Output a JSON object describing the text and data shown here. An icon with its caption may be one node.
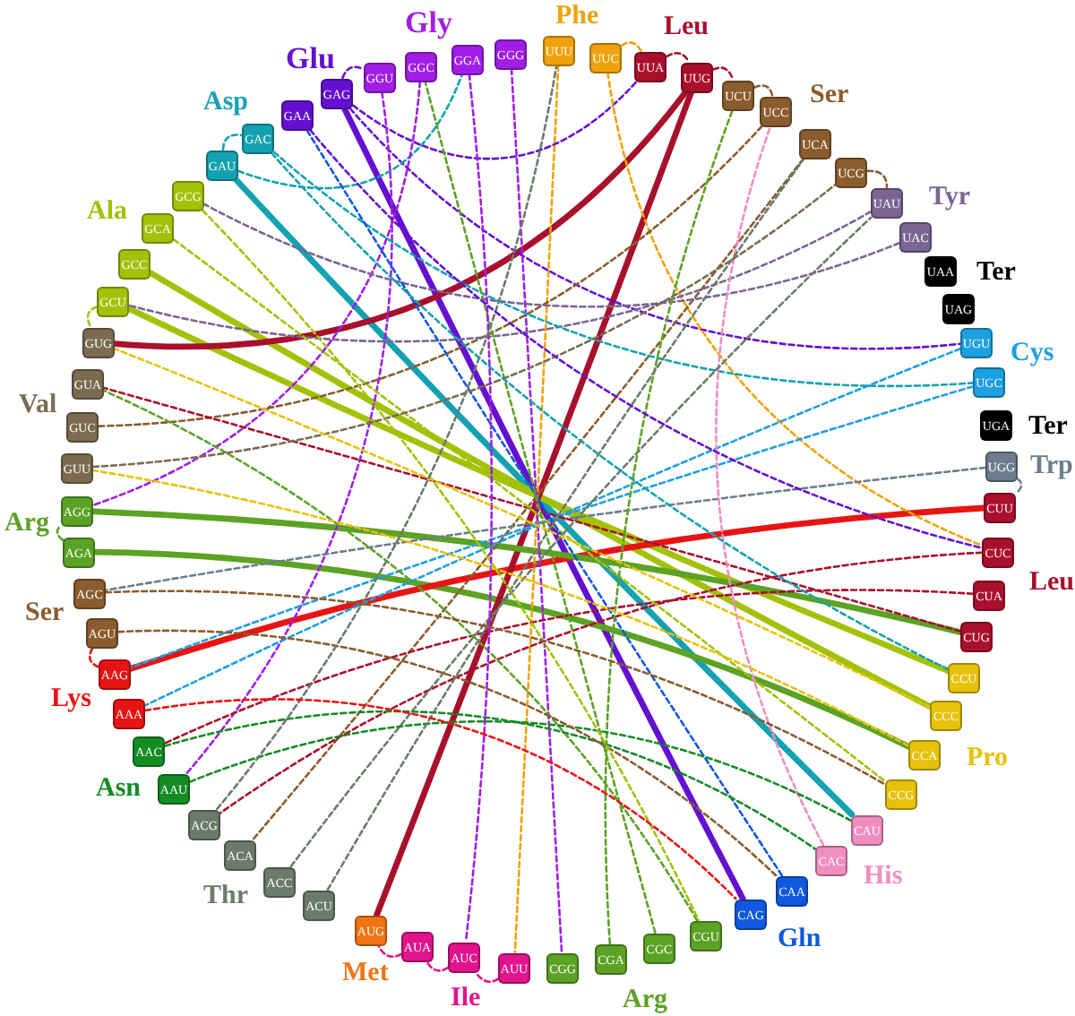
{
  "diagram": {
    "nodes": [
      {
        "text": [
          "GAG"
        ]
      },
      {
        "text": [
          "GGU"
        ]
      },
      {
        "text": [
          "GGC"
        ]
      },
      {
        "text": [
          "GGA"
        ]
      },
      {
        "text": [
          "GGG"
        ]
      },
      {
        "text": [
          "UUU"
        ]
      },
      {
        "text": [
          "UUC"
        ]
      },
      {
        "text": [
          "UUA"
        ]
      },
      {
        "text": [
          "UUG"
        ]
      },
      {
        "text": [
          "UCU"
        ]
      },
      {
        "text": [
          "UCC"
        ]
      },
      {
        "text": [
          "UCA"
        ]
      },
      {
        "text": [
          "UCG"
        ]
      },
      {
        "text": [
          "UAU"
        ]
      },
      {
        "text": [
          "UAC"
        ]
      },
      {
        "text": [
          "UAA"
        ]
      },
      {
        "text": [
          "UAG"
        ]
      },
      {
        "text": [
          "UGU"
        ]
      },
      {
        "text": [
          "UGC"
        ]
      },
      {
        "text": [
          "UGA"
        ]
      },
      {
        "text": [
          "UGG"
        ]
      },
      {
        "text": [
          "CUU"
        ]
      },
      {
        "text": [
          "CUC"
        ]
      },
      {
        "text": [
          "CUA"
        ]
      },
      {
        "text": [
          "CUG"
        ]
      },
      {
        "text": [
          "CCU"
        ]
      },
      {
        "text": [
          "CCC"
        ]
      },
      {
        "text": [
          "CCA"
        ]
      },
      {
        "text": [
          "CCG"
        ]
      },
      {
        "text": [
          "CAU"
        ]
      },
      {
        "text": [
          "CAC"
        ]
      },
      {
        "text": [
          "CAA"
        ]
      },
      {
        "text": [
          "CAG"
        ]
      },
      {
        "text": [
          "CGU"
        ]
      },
      {
        "text": [
          "CGC"
        ]
      },
      {
        "text": [
          "CGA"
        ]
      },
      {
        "text": [
          "CGG"
        ]
      },
      {
        "text": [
          "AUU"
        ]
      },
      {
        "text": [
          "AUC"
        ]
      },
      {
        "text": [
          "AUA"
        ]
      },
      {
        "text": [
          "AUG"
        ]
      },
      {
        "text": [
          "ACU"
        ]
      },
      {
        "text": [
          "ACC"
        ]
      },
      {
        "text": [
          "ACA"
        ]
      },
      {
        "text": [
          "ACG"
        ]
      },
      {
        "text": [
          "AAU"
        ]
      },
      {
        "text": [
          "AAC"
        ]
      },
      {
        "text": [
          "AAA"
        ]
      },
      {
        "text": [
          "AAG"
        ]
      },
      {
        "text": [
          "AGU"
        ]
      },
      {
        "text": [
          "AGC"
        ]
      },
      {
        "text": [
          "AGA"
        ]
      },
      {
        "text": [
          "AGG"
        ]
      },
      {
        "text": [
          "GUU"
        ]
      },
      {
        "text": [
          "GUC"
        ]
      },
      {
        "text": [
          "GUA"
        ]
      },
      {
        "text": [
          "GUG"
        ]
      },
      {
        "text": [
          "GCU"
        ]
      },
      {
        "text": [
          "GCC"
        ]
      },
      {
        "text": [
          "GCA"
        ]
      },
      {
        "text": [
          "GCG"
        ]
      },
      {
        "text": [
          "GAU"
        ]
      },
      {
        "text": [
          "GAC"
        ]
      },
      {
        "text": [
          "GAA"
        ]
      }
    ],
    "edges": [
      {
        "from": 0,
        "to": 32,
        "arrow": "none",
        "style": "thick",
        "color": "#6510d0"
      },
      {
        "from": 61,
        "to": 29,
        "arrow": "none",
        "style": "thick",
        "color": "#14a2b0"
      },
      {
        "from": 57,
        "to": 25,
        "arrow": "none",
        "style": "thick",
        "color": "#a2c20a"
      },
      {
        "from": 58,
        "to": 26,
        "arrow": "none",
        "style": "thick",
        "color": "#a2c20a"
      },
      {
        "from": 51,
        "to": 27,
        "arrow": "none",
        "style": "thick",
        "color": "#5ca224"
      },
      {
        "from": 48,
        "to": 21,
        "arrow": "none",
        "style": "thick",
        "color": "#e81414"
      },
      {
        "from": 8,
        "to": 56,
        "arrow": "none",
        "style": "thick",
        "color": "#a8102c"
      },
      {
        "from": 8,
        "to": 40,
        "arrow": "none",
        "style": "thick",
        "color": "#a8102c"
      },
      {
        "from": 52,
        "to": 24,
        "arrow": "none",
        "style": "thick",
        "color": "#5ca224"
      },
      {
        "from": 5,
        "to": 37,
        "arrow": "none",
        "style": "dashed",
        "color": "#f0a20a"
      },
      {
        "from": 0,
        "to": 1,
        "arrow": "none",
        "style": "dashed",
        "color": "#6510d0"
      },
      {
        "from": 0,
        "to": 7,
        "arrow": "none",
        "style": "dashed",
        "color": "#6510d0"
      },
      {
        "from": 0,
        "to": 17,
        "arrow": "none",
        "style": "dashed",
        "color": "#6510d0"
      },
      {
        "from": 61,
        "to": 62,
        "arrow": "none",
        "style": "dashed",
        "color": "#14a2b0"
      },
      {
        "from": 61,
        "to": 3,
        "arrow": "none",
        "style": "dashed",
        "color": "#14a2b0"
      },
      {
        "from": 57,
        "to": 56,
        "arrow": "none",
        "style": "dashed",
        "color": "#a2c20a"
      },
      {
        "from": 8,
        "to": 9,
        "arrow": "none",
        "style": "dashed",
        "color": "#a8102c"
      },
      {
        "from": 9,
        "to": 10,
        "arrow": "none",
        "style": "dashed",
        "color": "#8a5c2e"
      },
      {
        "from": 51,
        "to": 52,
        "arrow": "none",
        "style": "dashed",
        "color": "#5ca224"
      },
      {
        "from": 48,
        "to": 49,
        "arrow": "none",
        "style": "dashed",
        "color": "#e81414"
      },
      {
        "from": 20,
        "to": 21,
        "arrow": "none",
        "style": "dashed",
        "color": "#6d7d8d"
      },
      {
        "from": 6,
        "to": 7,
        "arrow": "none",
        "style": "dashed",
        "color": "#f0a20a"
      },
      {
        "from": 7,
        "to": 8,
        "arrow": "none",
        "style": "dashed",
        "color": "#a8102c"
      },
      {
        "from": 12,
        "to": 13,
        "arrow": "none",
        "style": "dashed",
        "color": "#8a5c2e"
      },
      {
        "from": 37,
        "to": 38,
        "arrow": "none",
        "style": "dashed",
        "color": "#e0148c"
      },
      {
        "from": 38,
        "to": 39,
        "arrow": "none",
        "style": "dashed",
        "color": "#e0148c"
      },
      {
        "from": 39,
        "to": 40,
        "arrow": "none",
        "style": "dashed",
        "color": "#e0148c"
      },
      {
        "from": 2,
        "to": 52,
        "arrow": "none",
        "style": "dashed",
        "color": "#a01ee6"
      },
      {
        "from": 1,
        "to": 45,
        "arrow": "none",
        "style": "dashed",
        "color": "#a01ee6"
      },
      {
        "from": 4,
        "to": 36,
        "arrow": "none",
        "style": "dashed",
        "color": "#a01ee6"
      },
      {
        "from": 6,
        "to": 22,
        "arrow": "none",
        "style": "dashed",
        "color": "#f0a20a"
      },
      {
        "from": 10,
        "to": 54,
        "arrow": "none",
        "style": "dashed",
        "color": "#8a5c2e"
      },
      {
        "from": 11,
        "to": 43,
        "arrow": "none",
        "style": "dashed",
        "color": "#8a5c2e"
      },
      {
        "from": 13,
        "to": 57,
        "arrow": "none",
        "style": "dashed",
        "color": "#7b6592"
      },
      {
        "from": 14,
        "to": 60,
        "arrow": "none",
        "style": "dashed",
        "color": "#7b6592"
      },
      {
        "from": 17,
        "to": 47,
        "arrow": "none",
        "style": "dashed",
        "color": "#1e9fe0"
      },
      {
        "from": 18,
        "to": 48,
        "arrow": "none",
        "style": "dashed",
        "color": "#1e9fe0"
      },
      {
        "from": 62,
        "to": 18,
        "arrow": "none",
        "style": "dashed",
        "color": "#14a2b0"
      },
      {
        "from": 20,
        "to": 50,
        "arrow": "none",
        "style": "dashed",
        "color": "#6d7d8d"
      },
      {
        "from": 22,
        "to": 44,
        "arrow": "none",
        "style": "dashed",
        "color": "#a8102c"
      },
      {
        "from": 23,
        "to": 46,
        "arrow": "none",
        "style": "dashed",
        "color": "#a8102c"
      },
      {
        "from": 24,
        "to": 55,
        "arrow": "none",
        "style": "dashed",
        "color": "#a8102c"
      },
      {
        "from": 59,
        "to": 28,
        "arrow": "none",
        "style": "dashed",
        "color": "#a2c20a"
      },
      {
        "from": 30,
        "to": 10,
        "arrow": "none",
        "style": "dashed",
        "color": "#f08ec2"
      },
      {
        "from": 31,
        "to": 63,
        "arrow": "none",
        "style": "dashed",
        "color": "#1058e0"
      },
      {
        "from": 33,
        "to": 55,
        "arrow": "none",
        "style": "dashed",
        "color": "#5ca224"
      },
      {
        "from": 34,
        "to": 2,
        "arrow": "none",
        "style": "dashed",
        "color": "#5ca224"
      },
      {
        "from": 35,
        "to": 9,
        "arrow": "none",
        "style": "dashed",
        "color": "#5ca224"
      },
      {
        "from": 42,
        "to": 13,
        "arrow": "none",
        "style": "dashed",
        "color": "#6b7b6b"
      },
      {
        "from": 45,
        "to": 29,
        "arrow": "none",
        "style": "dashed",
        "color": "#148c24"
      },
      {
        "from": 46,
        "to": 30,
        "arrow": "none",
        "style": "dashed",
        "color": "#148c24"
      },
      {
        "from": 49,
        "to": 31,
        "arrow": "none",
        "style": "dashed",
        "color": "#8a5c2e"
      },
      {
        "from": 53,
        "to": 12,
        "arrow": "none",
        "style": "dashed",
        "color": "#7b6b50"
      },
      {
        "from": 41,
        "to": 11,
        "arrow": "none",
        "style": "dashed",
        "color": "#6b7b6b"
      },
      {
        "from": 60,
        "to": 33,
        "arrow": "none",
        "style": "dashed",
        "color": "#a2c20a"
      },
      {
        "from": 3,
        "to": 38,
        "arrow": "none",
        "style": "dashed",
        "color": "#a01ee6"
      },
      {
        "from": 26,
        "to": 56,
        "arrow": "none",
        "style": "dashed",
        "color": "#e6c20a"
      },
      {
        "from": 27,
        "to": 53,
        "arrow": "none",
        "style": "dashed",
        "color": "#e6c20a"
      },
      {
        "from": 44,
        "to": 5,
        "arrow": "none",
        "style": "dashed",
        "color": "#6b7b6b"
      },
      {
        "from": 47,
        "to": 32,
        "arrow": "none",
        "style": "dashed",
        "color": "#e81414"
      },
      {
        "from": 50,
        "to": 28,
        "arrow": "none",
        "style": "dashed",
        "color": "#8a5c2e"
      },
      {
        "from": 63,
        "to": 22,
        "arrow": "none",
        "style": "dashed",
        "color": "#6510d0"
      },
      {
        "from": 62,
        "to": 25,
        "arrow": "none",
        "style": "dashed",
        "color": "#14a2b0"
      }
    ],
    "labels": [
      "Glu",
      "Gly",
      "Phe",
      "Leu",
      "Ser",
      "Tyr",
      "Ter",
      "Cys",
      "Ter",
      "Trp",
      "Leu",
      "Pro",
      "His",
      "Gln",
      "Arg",
      "Ile",
      "Met",
      "Thr",
      "Asn",
      "Lys",
      "Ser",
      "Arg",
      "Val",
      "Ala",
      "Asp"
    ]
  }
}
